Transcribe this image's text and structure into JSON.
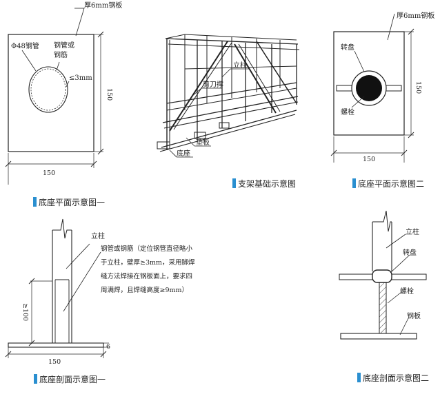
{
  "fig1": {
    "caption": "底座平面示意图一",
    "plate_label": "厚6mm钢板",
    "pipe_label": "Φ48钢管",
    "rod_label_1": "钢管或",
    "rod_label_2": "钢筋",
    "gap_label": "≤3mm",
    "dim_width": "150",
    "dim_height": "150"
  },
  "fig2": {
    "caption": "支架基础示意图",
    "post_label": "立柱",
    "brace_label": "剪刀撑",
    "pad_label": "垫板",
    "base_label": "底座"
  },
  "fig3": {
    "caption": "底座平面示意图二",
    "plate_label": "厚6mm钢板",
    "turntable_label": "转盘",
    "bolt_label": "螺栓",
    "dim_width": "150",
    "dim_height": "150"
  },
  "fig4": {
    "caption": "底座剖面示意图一",
    "post_label": "立柱",
    "note_lines": [
      "钢管或钢筋（定位钢管直径略小",
      "于立柱，壁厚≥3mm，采用脚焊",
      "缝方法焊接在钢板面上，要求四",
      "周满焊，且焊缝高度≥9mm）"
    ],
    "dim_height": "≥100",
    "dim_width": "150",
    "dim_thickness": "6"
  },
  "fig5": {
    "caption": "底座剖面示意图二",
    "post_label": "立柱",
    "turntable_label": "转盘",
    "bolt_label": "螺栓",
    "plate_label": "钢板"
  },
  "colors": {
    "caption_marker": "#2a8fd0",
    "line": "#222222"
  }
}
